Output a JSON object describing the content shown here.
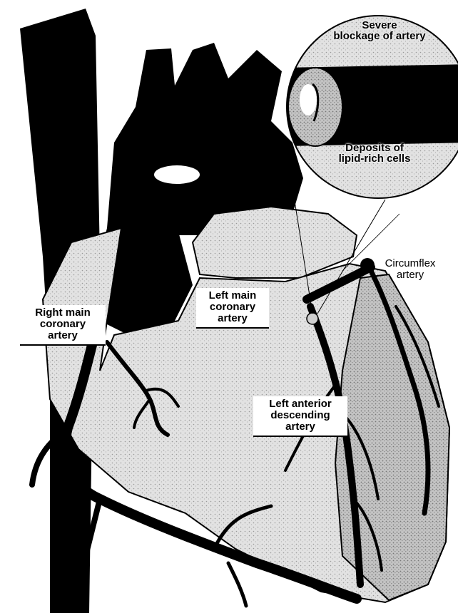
{
  "labels": {
    "inset_top": [
      "Severe",
      "blockage of artery"
    ],
    "inset_bottom": [
      "Deposits of",
      "lipid-rich cells"
    ],
    "circumflex": [
      "Circumflex",
      "artery"
    ],
    "right_main": [
      "Right main",
      "coronary",
      "artery"
    ],
    "left_main": [
      "Left main",
      "coronary",
      "artery"
    ],
    "left_anterior": [
      "Left anterior",
      "descending",
      "artery"
    ]
  },
  "colors": {
    "vessel": "#000000",
    "tissue": "#dcdcdc",
    "tissue_shade": "#b8b8b8",
    "background": "#ffffff"
  }
}
